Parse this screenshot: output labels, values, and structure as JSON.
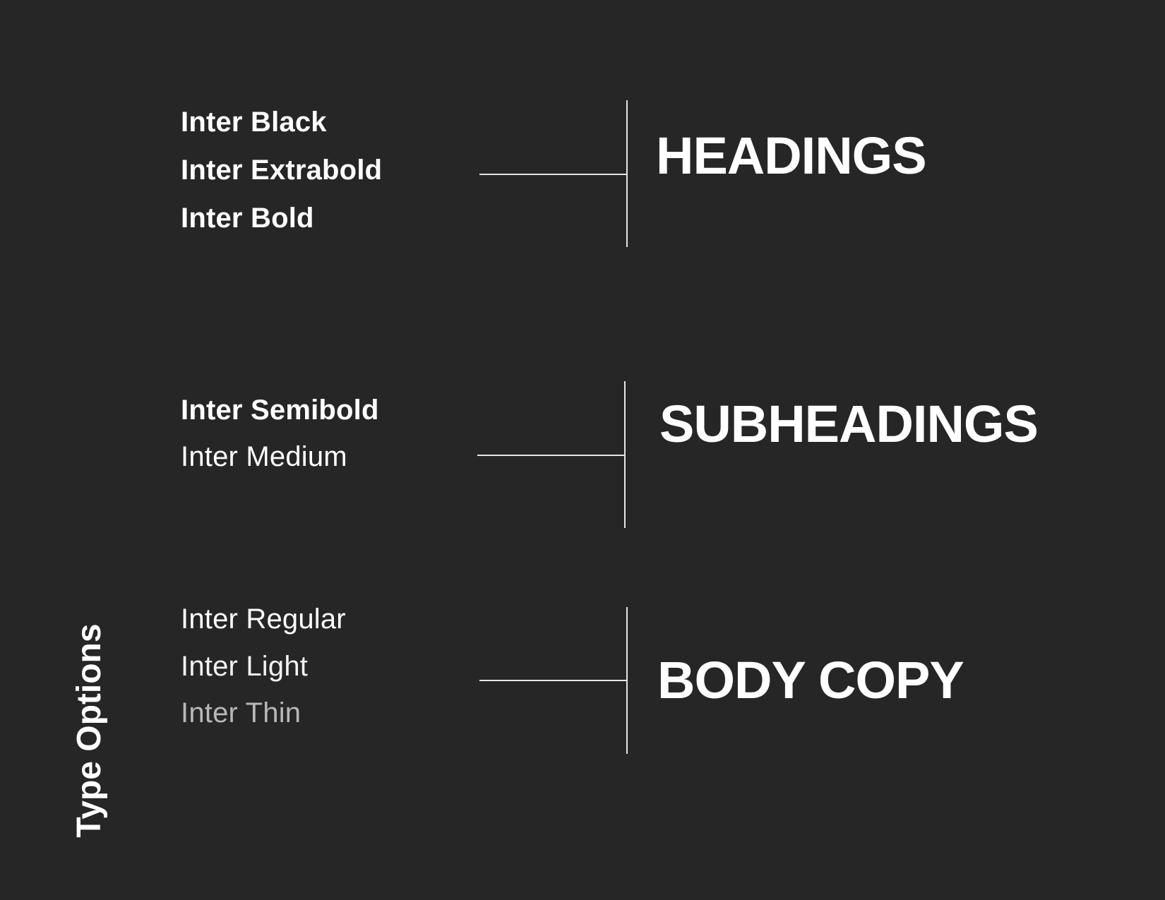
{
  "side_title": "Type Options",
  "groups": {
    "headings": {
      "label": "HEADINGS",
      "fonts": [
        "Inter Black",
        "Inter Extrabold",
        "Inter Bold"
      ]
    },
    "subheadings": {
      "label": "SUBHEADINGS",
      "fonts": [
        "Inter Semibold",
        "Inter Medium"
      ]
    },
    "body_copy": {
      "label": "BODY COPY",
      "fonts": [
        "Inter Regular",
        "Inter Light",
        "Inter Thin"
      ]
    }
  },
  "colors": {
    "background": "#262626",
    "text": "#ffffff",
    "line": "#e6e6e6",
    "thin_text": "#b8b8b8"
  }
}
